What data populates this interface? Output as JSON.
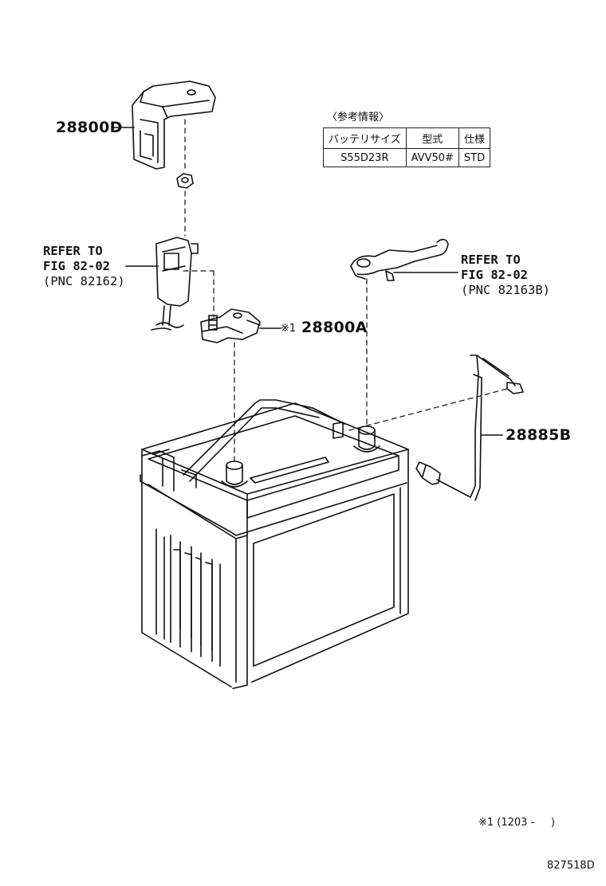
{
  "callouts": {
    "part_28800D": "28800D",
    "part_28800A": "28800A",
    "part_28885B": "28885B",
    "marker_28800A": "※1",
    "refer_left": {
      "line1": "REFER TO",
      "line2": "FIG 82-02",
      "line3": "(PNC 82162)"
    },
    "refer_right": {
      "line1": "REFER TO",
      "line2": "FIG 82-02",
      "line3": "(PNC 82163B)"
    }
  },
  "spec_table": {
    "caption": "〈参考情報〉",
    "headers": [
      "バッテリサイズ",
      "型式",
      "仕様"
    ],
    "row": [
      "S55D23R",
      "AVV50#",
      "STD"
    ]
  },
  "footnote": "※1 (1203 -     )",
  "figure_number": "827518D"
}
